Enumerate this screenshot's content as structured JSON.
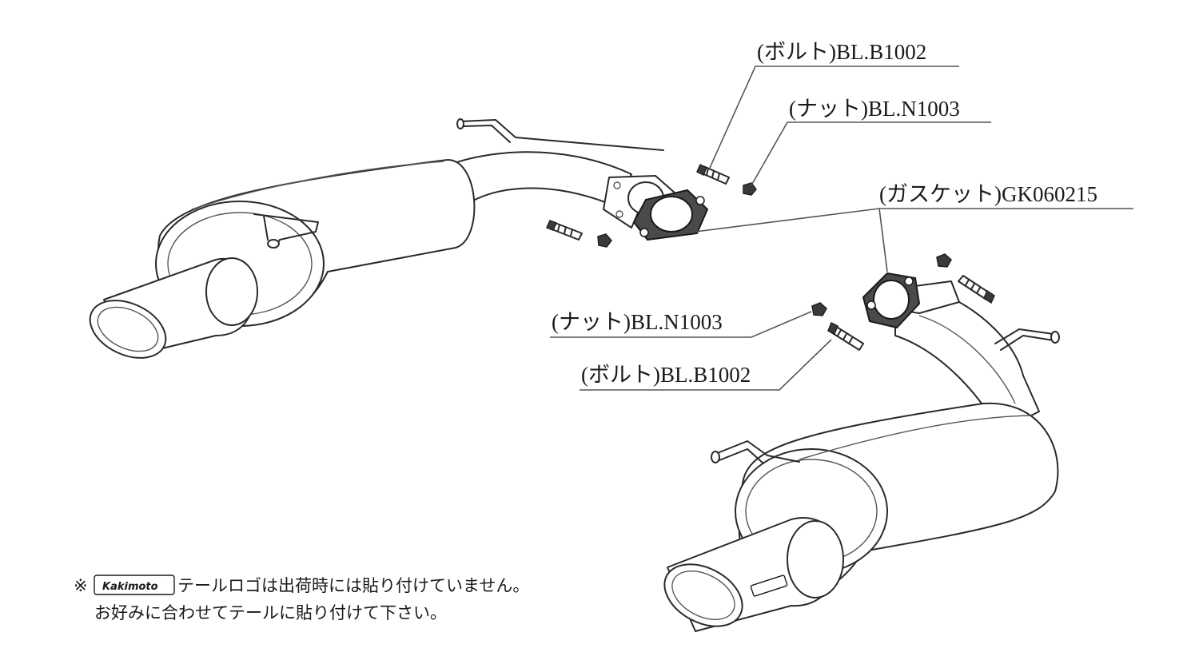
{
  "colors": {
    "line": "#2a2a2a",
    "background": "#ffffff",
    "gasket": "#4a4a4a"
  },
  "labels": {
    "bolt_top": "(ボルト)BL.B1002",
    "nut_top": "(ナット)BL.N1003",
    "gasket": "(ガスケット)GK060215",
    "nut_mid": "(ナット)BL.N1003",
    "bolt_mid": "(ボルト)BL.B1002"
  },
  "note": {
    "mark": "※",
    "logo": "Kakimoto",
    "line1": "テールロゴは出荷時には貼り付けていません。",
    "line2": "お好みに合わせてテールに貼り付けて下さい。"
  }
}
